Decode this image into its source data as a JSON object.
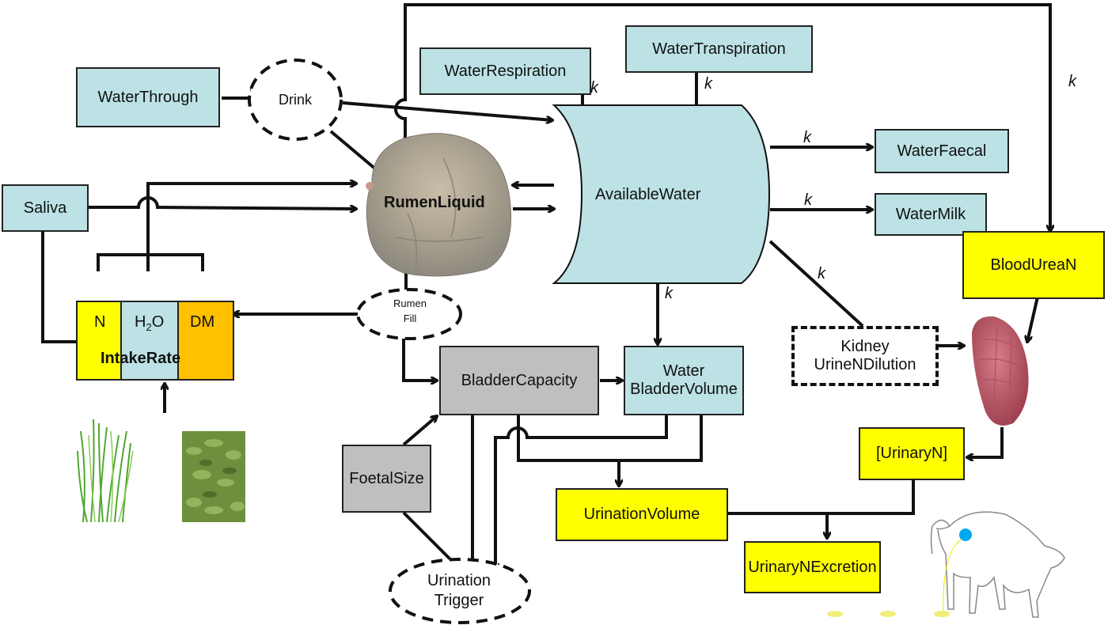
{
  "nodes": {
    "water_through": "WaterThrough",
    "drink": "Drink",
    "water_respiration": "WaterRespiration",
    "water_transpiration": "WaterTranspiration",
    "saliva": "Saliva",
    "rumen_liquid": "RumenLiquid",
    "available_water": "AvailableWater",
    "water_faecal": "WaterFaecal",
    "water_milk": "WaterMilk",
    "blood_urea_n": "BloodUreaN",
    "intake_rate": {
      "title": "IntakeRate",
      "n": "N",
      "h2o_main": "H",
      "h2o_sub": "2",
      "h2o_tail": "O",
      "dm": "DM"
    },
    "rumen_fill": {
      "line1": "Rumen",
      "line2": "Fill"
    },
    "bladder_capacity": "BladderCapacity",
    "water_bladder_volume": {
      "line1": "Water",
      "line2": "BladderVolume"
    },
    "kidney_urine_n_dilution": {
      "line1": "Kidney",
      "line2": "UrineNDilution"
    },
    "foetal_size": "FoetalSize",
    "urination_volume": "UrinationVolume",
    "urinary_n": "[UrinaryN]",
    "urinary_n_excretion": "UrinaryNExcretion",
    "urination_trigger": {
      "line1": "Urination",
      "line2": "Trigger"
    }
  },
  "rate_label": "k",
  "colors": {
    "water": "#bce2e5",
    "nitrogen": "#ffff00",
    "dry_matter": "#ffc000",
    "physiology": "#bfbfbf"
  }
}
